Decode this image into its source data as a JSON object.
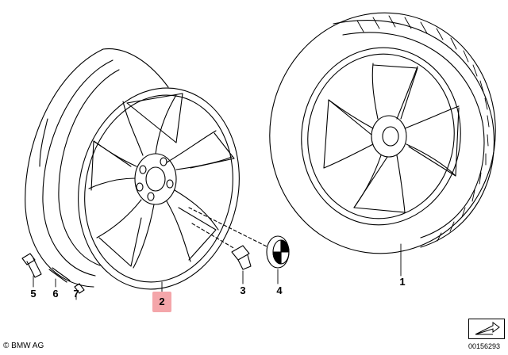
{
  "callouts": {
    "part_1": "1",
    "part_2": "2",
    "part_3": "3",
    "part_4": "4",
    "part_5": "5",
    "part_6": "6",
    "part_7": "7"
  },
  "selected_part": "2",
  "footer": {
    "copyright": "© BMW AG",
    "diagram_number": "00156293"
  },
  "colors": {
    "line": "#000000",
    "highlight": "#f4a6aa"
  },
  "icons": {
    "nav": "arrow-icon"
  }
}
